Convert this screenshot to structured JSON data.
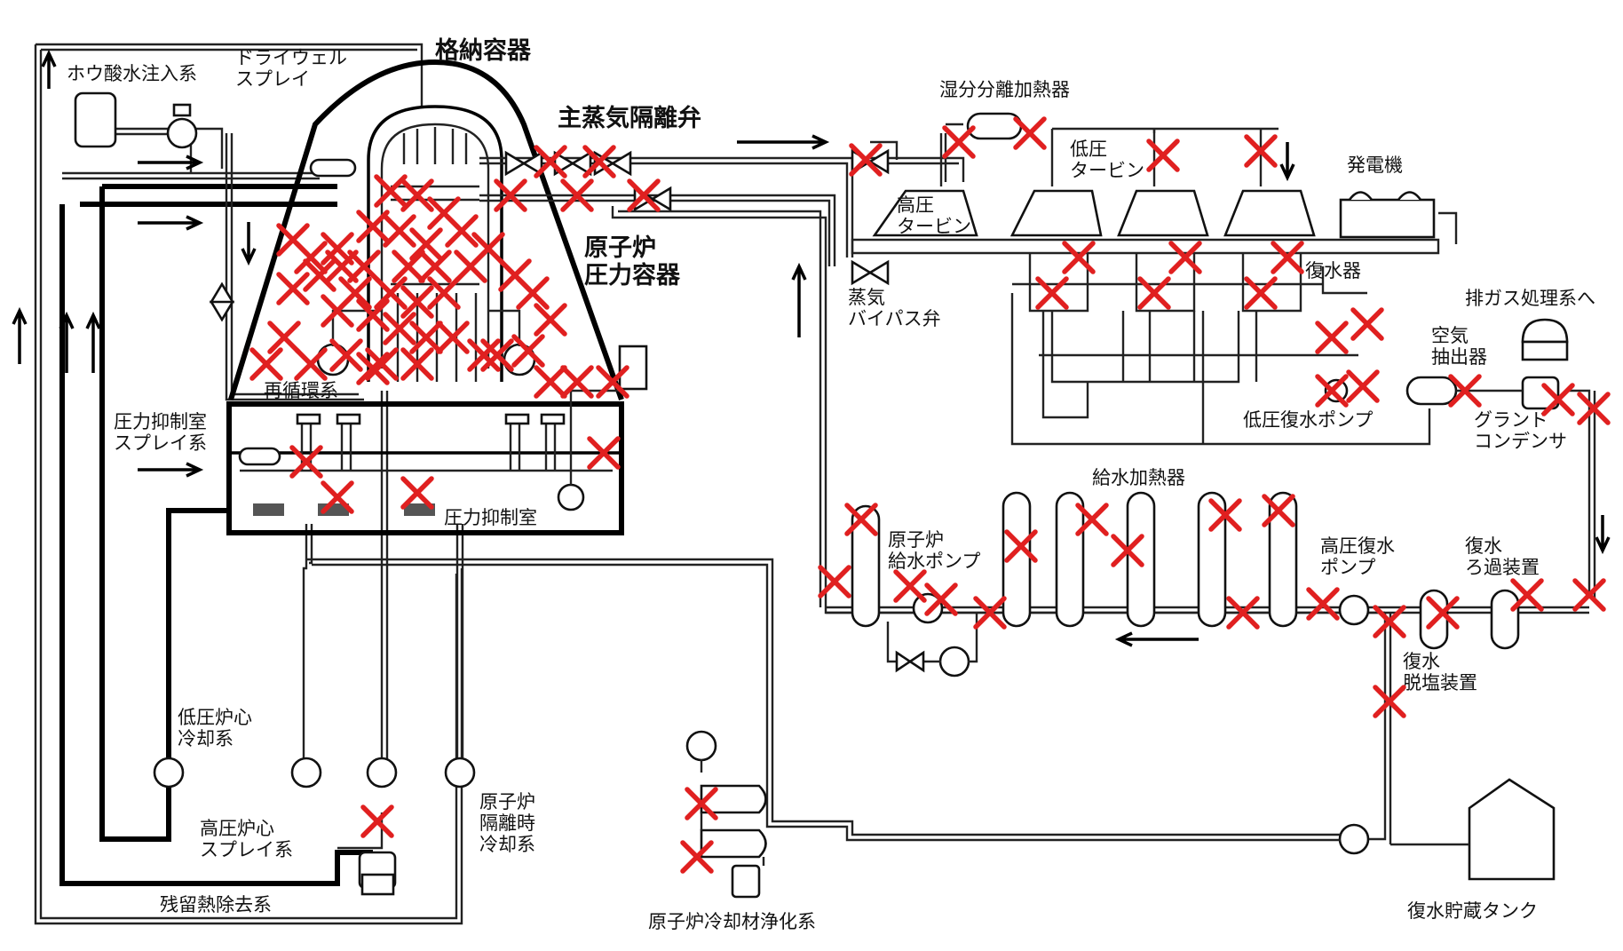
{
  "labels": {
    "containment": "格納容器",
    "drywell_spray": "ドライウェル\nスプレイ",
    "boric_acid": "ホウ酸水注入系",
    "msiv": "主蒸気隔離弁",
    "moisture_sep": "湿分分離加熱器",
    "lp_turbine": "低圧\nタービン",
    "generator": "発電機",
    "hp_turbine": "高圧\nタービン",
    "rpv": "原子炉\n圧力容器",
    "condenser": "復水器",
    "bypass_valve": "蒸気\nバイパス弁",
    "offgas": "排ガス処理系へ",
    "air_ejector": "空気\n抽出器",
    "recirc": "再循環系",
    "lp_cond_pump": "低圧復水ポンプ",
    "gland_cond": "グランド\nコンデンサ",
    "sc_spray": "圧力抑制室\nスプレイ系",
    "fw_heater": "給水加熱器",
    "suppression": "圧力抑制室",
    "fw_pump": "原子炉\n給水ポンプ",
    "hp_cond_pump": "高圧復水\nポンプ",
    "cond_filter": "復水\nろ過装置",
    "demineralizer": "復水\n脱塩装置",
    "lpcs": "低圧炉心\n冷却系",
    "hpcs": "高圧炉心\nスプレイ系",
    "rcic": "原子炉\n隔離時\n冷却系",
    "cleanup": "原子炉冷却材浄化系",
    "rhr": "残留熱除去系",
    "cst": "復水貯蔵タンク"
  },
  "colors": {
    "mark": "#e02020",
    "line": "#111111"
  },
  "icons": [
    "pump-icon",
    "valve-icon",
    "flow-arrow-icon",
    "damage-mark-icon"
  ]
}
